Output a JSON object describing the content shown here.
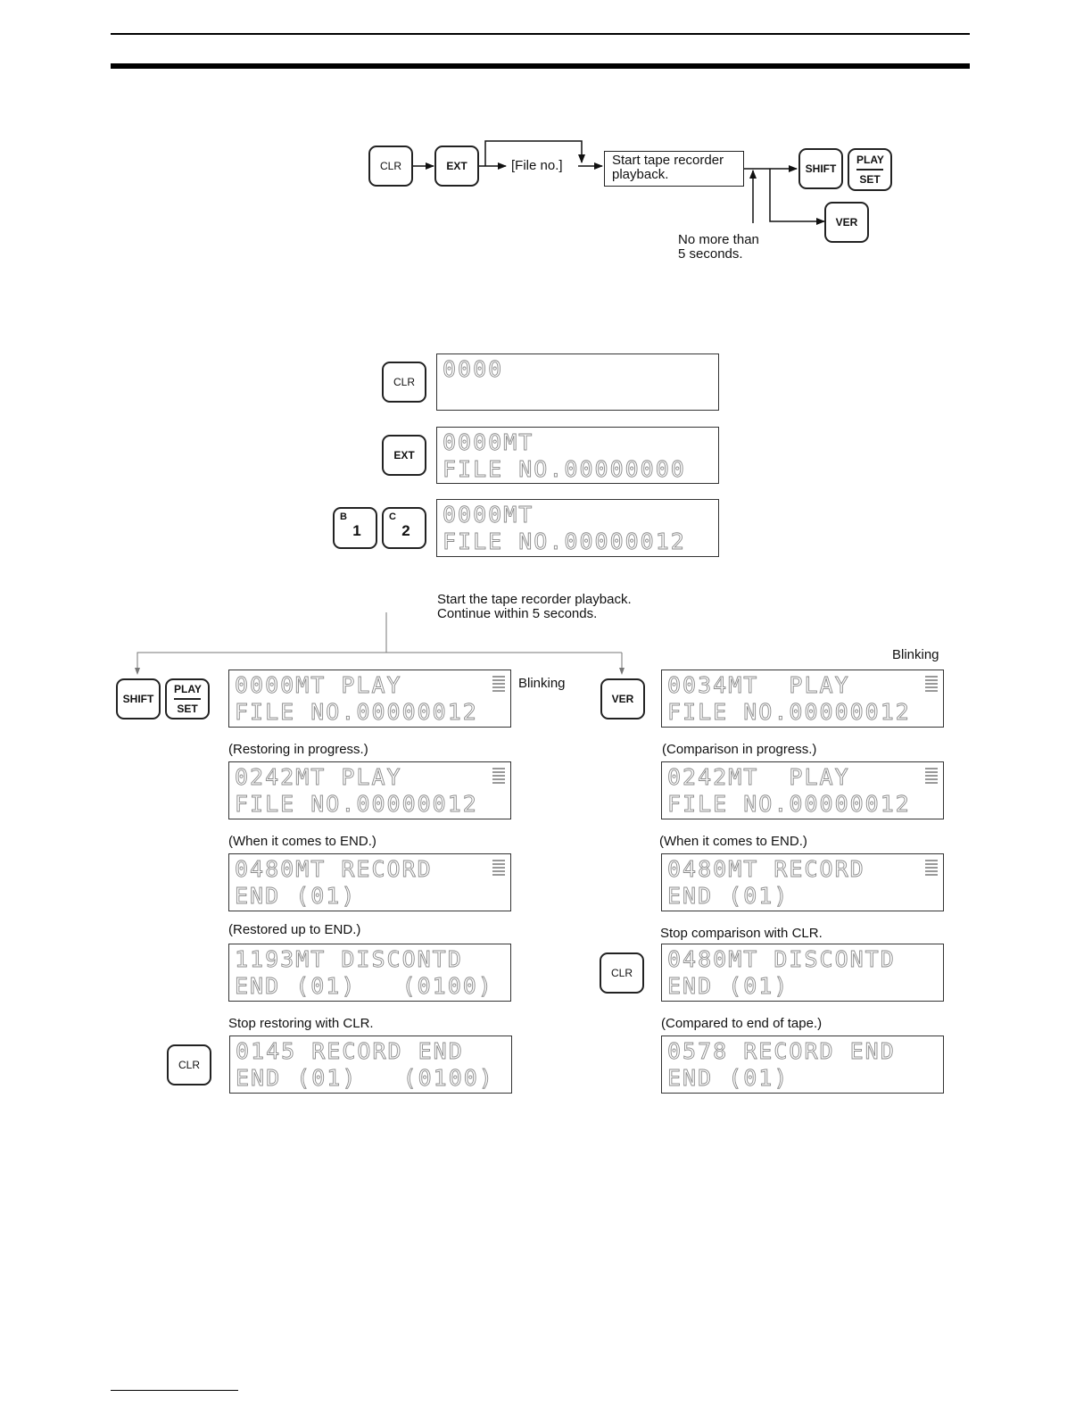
{
  "flow": {
    "clr": "CLR",
    "ext": "EXT",
    "file_no": "[File no.]",
    "start_box": "Start tape recorder\nplayback.",
    "shift": "SHIFT",
    "play": "PLAY",
    "set": "SET",
    "ver": "VER",
    "timing_note": "No more than\n5 seconds."
  },
  "sequence": {
    "clr": "CLR",
    "ext": "EXT",
    "key_b_sup": "B",
    "key_b": "1",
    "key_c_sup": "C",
    "key_c": "2",
    "lcd1": "0000\n",
    "lcd2": "0000MT\nFILE NO.00000000",
    "lcd3": "0000MT\nFILE NO.00000012",
    "start_note": "Start the tape recorder playback.\nContinue within 5 seconds."
  },
  "left_branch": {
    "shift": "SHIFT",
    "play": "PLAY",
    "set": "SET",
    "blinking": "Blinking",
    "lcd1": "0000MT PLAY\nFILE NO.00000012",
    "note1": "(Restoring in progress.)",
    "lcd2": "0242MT PLAY\nFILE NO.00000012",
    "note2": "(When it comes to END.)",
    "lcd3": "0480MT RECORD\nEND (01)",
    "note3": "(Restored up to END.)",
    "lcd4": "1193MT DISCONTD\nEND (01)   (0100)",
    "note4": "Stop restoring with CLR.",
    "clr": "CLR",
    "lcd5": "0145 RECORD END\nEND (01)   (0100)"
  },
  "right_branch": {
    "ver": "VER",
    "blinking": "Blinking",
    "lcd1": "0034MT  PLAY\nFILE NO.00000012",
    "note1": "(Comparison in progress.)",
    "lcd2": "0242MT  PLAY\nFILE NO.00000012",
    "note2": "(When it comes to END.)",
    "lcd3": "0480MT RECORD\nEND (01)",
    "note3": "Stop comparison with CLR.",
    "clr": "CLR",
    "lcd4": "0480MT DISCONTD\nEND (01)",
    "note4": "(Compared to end of tape.)",
    "lcd5": "0578 RECORD END\nEND (01)"
  }
}
